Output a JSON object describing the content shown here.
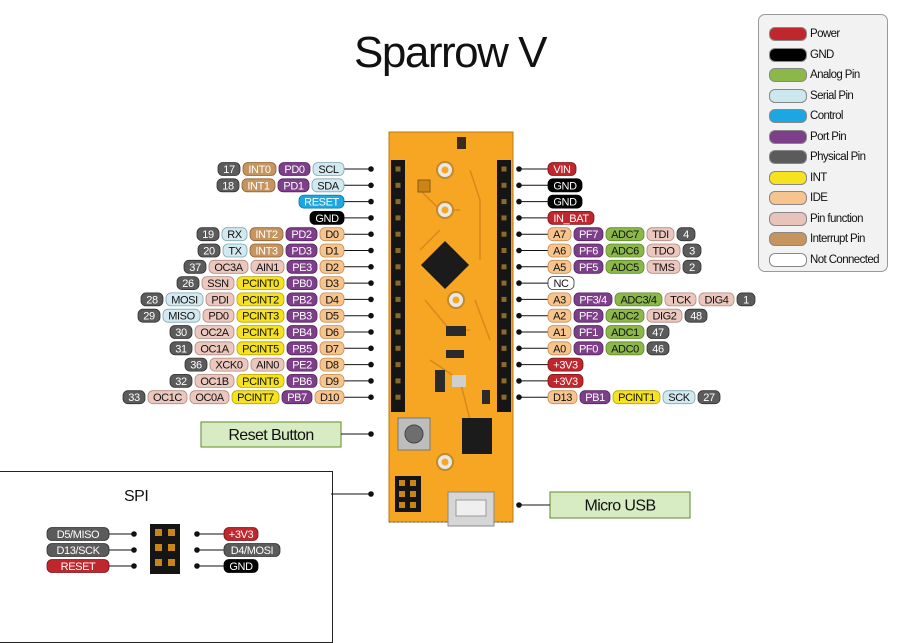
{
  "title": "Sparrow V",
  "legend": [
    {
      "label": "Power",
      "color": "#c0272d"
    },
    {
      "label": "GND",
      "color": "#000000"
    },
    {
      "label": "Analog Pin",
      "color": "#8cb84a"
    },
    {
      "label": "Serial Pin",
      "color": "#cce7ee"
    },
    {
      "label": "Control",
      "color": "#1ca7e2"
    },
    {
      "label": "Port Pin",
      "color": "#7e3f8a"
    },
    {
      "label": "Physical Pin",
      "color": "#5b5b5b"
    },
    {
      "label": "INT",
      "color": "#f6e21e"
    },
    {
      "label": "IDE",
      "color": "#f7c48d"
    },
    {
      "label": "Pin function",
      "color": "#e8c3bb"
    },
    {
      "label": "Interrupt Pin",
      "color": "#c6955f"
    },
    {
      "label": "Not Connected",
      "color": "#ffffff"
    }
  ],
  "left_pins": [
    [
      "17:physical",
      "INT0:interrupt",
      "PD0:port",
      "SCL:serial"
    ],
    [
      "18:physical",
      "INT1:interrupt",
      "PD1:port",
      "SDA:serial"
    ],
    [
      "RESET:control"
    ],
    [
      "GND:gnd"
    ],
    [
      "19:physical",
      "RX:serial",
      "INT2:interrupt",
      "PD2:port",
      "D0:ide"
    ],
    [
      "20:physical",
      "TX:serial",
      "INT3:interrupt",
      "PD3:port",
      "D1:ide"
    ],
    [
      "37:physical",
      "OC3A:function",
      "AIN1:function",
      "PE3:port",
      "D2:ide"
    ],
    [
      "26:physical",
      "SSN:function",
      "PCINT0:int",
      "PB0:port",
      "D3:ide"
    ],
    [
      "28:physical",
      "MOSI:serial",
      "PDI:function",
      "PCINT2:int",
      "PB2:port",
      "D4:ide"
    ],
    [
      "29:physical",
      "MISO:serial",
      "PD0:function",
      "PCINT3:int",
      "PB3:port",
      "D5:ide"
    ],
    [
      "30:physical",
      "OC2A:function",
      "PCINT4:int",
      "PB4:port",
      "D6:ide"
    ],
    [
      "31:physical",
      "OC1A:function",
      "PCINT5:int",
      "PB5:port",
      "D7:ide"
    ],
    [
      "36:physical",
      "XCK0:function",
      "AIN0:function",
      "PE2:port",
      "D8:ide"
    ],
    [
      "32:physical",
      "OC1B:function",
      "PCINT6:int",
      "PB6:port",
      "D9:ide"
    ],
    [
      "33:physical",
      "OC1C:function",
      "OC0A:function",
      "PCINT7:int",
      "PB7:port",
      "D10:ide"
    ]
  ],
  "right_pins": [
    [
      "VIN:power"
    ],
    [
      "GND:gnd"
    ],
    [
      "GND:gnd"
    ],
    [
      "IN_BAT:power"
    ],
    [
      "A7:ide",
      "PF7:port",
      "ADC7:analog",
      "TDI:function",
      "4:physical"
    ],
    [
      "A6:ide",
      "PF6:port",
      "ADC6:analog",
      "TDO:function",
      "3:physical"
    ],
    [
      "A5:ide",
      "PF5:port",
      "ADC5:analog",
      "TMS:function",
      "2:physical"
    ],
    [
      "NC:nc"
    ],
    [
      "A3:ide",
      "PF3/4:port",
      "ADC3/4:analog",
      "TCK:function",
      "DIG4:function",
      "1:physical"
    ],
    [
      "A2:ide",
      "PF2:port",
      "ADC2:analog",
      "DIG2:function",
      "48:physical"
    ],
    [
      "A1:ide",
      "PF1:port",
      "ADC1:analog",
      "47:physical"
    ],
    [
      "A0:ide",
      "PF0:port",
      "ADC0:analog",
      "46:physical"
    ],
    [
      "+3V3:power"
    ],
    [
      "+3V3:power"
    ],
    [
      "D13:ide",
      "PB1:port",
      "PCINT1:int",
      "SCK:serial",
      "27:physical"
    ]
  ],
  "reset_button_label": "Reset Button",
  "micro_usb_label": "Micro USB",
  "spi": {
    "title": "SPI",
    "left": [
      "D5/MISO:physical",
      "D13/SCK:physical",
      "RESET:power"
    ],
    "right": [
      "+3V3:power",
      "D4/MOSI:physical",
      "GND:gnd"
    ]
  }
}
